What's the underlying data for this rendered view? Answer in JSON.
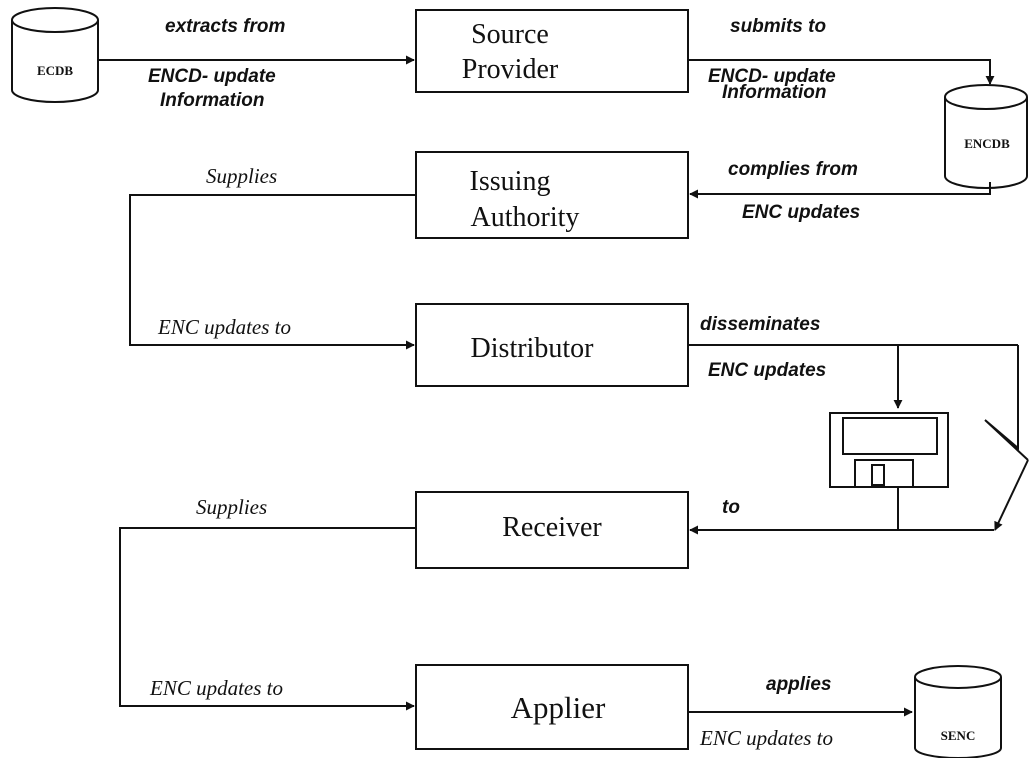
{
  "databases": {
    "ecdb": "ECDB",
    "encdb": "ENCDB",
    "senc": "SENC"
  },
  "boxes": {
    "source_provider": [
      "Source",
      "Provider"
    ],
    "issuing_authority": [
      "Issuing",
      "Authority"
    ],
    "distributor": "Distributor",
    "receiver": "Receiver",
    "applier": "Applier"
  },
  "labels": {
    "extracts_from": "extracts from",
    "encd_update_info_1": [
      "ENCD- update",
      "Information"
    ],
    "submits_to": "submits to",
    "encd_update_info_2": [
      "ENCD-  update",
      "Information"
    ],
    "compiles_from": "complies from",
    "enc_updates_1": "ENC updates",
    "supplies_1": "Supplies",
    "enc_updates_to_1": "ENC updates to",
    "disseminates": "disseminates",
    "enc_updates_2": "ENC updates",
    "to": "to",
    "supplies_2": "Supplies",
    "enc_updates_to_2": "ENC updates to",
    "applies": "applies",
    "enc_updates_to_3": "ENC updates to"
  },
  "icons": {
    "disk": "floppy-disk-icon",
    "transmission": "lightning-bolt-icon"
  }
}
